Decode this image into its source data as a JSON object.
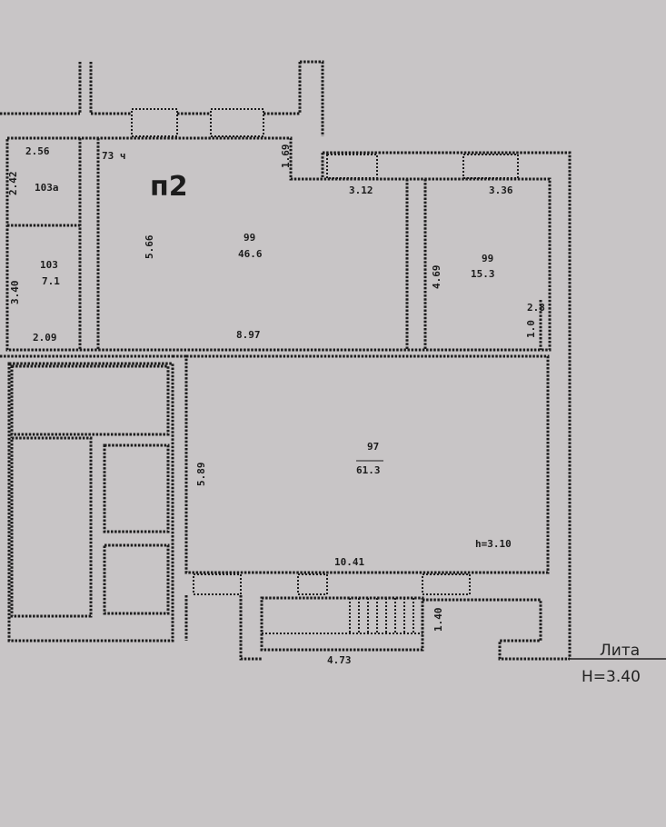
{
  "plan": {
    "section_label": "п2",
    "rooms": [
      {
        "id": "103a",
        "label": "103а",
        "dims": [
          "2.56",
          "2.42"
        ]
      },
      {
        "id": "103",
        "number": "103",
        "area": "7.1",
        "dims": [
          "3.40",
          "2.09"
        ]
      },
      {
        "id": "99a",
        "number": "99",
        "area": "46.6",
        "dims": [
          "5.66",
          "8.97",
          "3.12",
          "1.69"
        ],
        "note": "73 ч"
      },
      {
        "id": "99b",
        "number": "99",
        "area": "15.3",
        "dims": [
          "3.36",
          "4.69",
          "2.8",
          "1.0"
        ]
      },
      {
        "id": "97",
        "number": "97",
        "area": "61.3",
        "dims": [
          "5.89",
          "10.41"
        ],
        "height": "h=3.10"
      }
    ],
    "porch": {
      "dims": [
        "4.73",
        "1.40"
      ]
    },
    "stamp": {
      "title": "Лита",
      "height": "H=3.40"
    },
    "colors": {
      "paper": "#c8c5c6",
      "ink": "#1c1c1c"
    }
  }
}
